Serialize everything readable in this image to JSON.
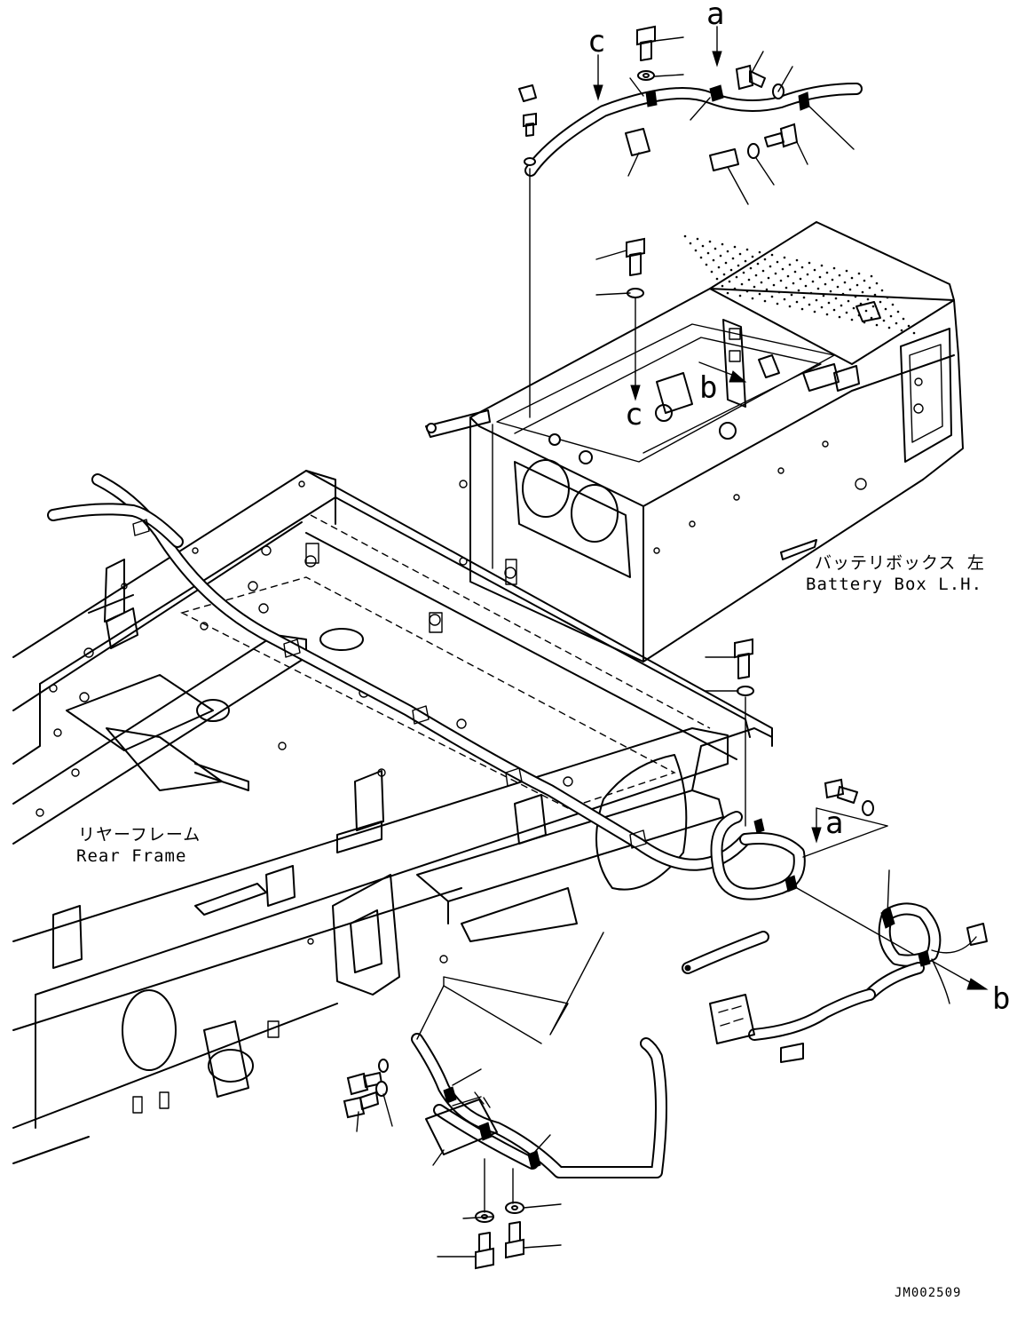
{
  "callouts": {
    "a": "a",
    "b": "b",
    "c": "c"
  },
  "labels": {
    "battery_box_jp": "バッテリボックス 左",
    "battery_box_en": "Battery Box L.H.",
    "rear_frame_jp": "リヤーフレーム",
    "rear_frame_en": "Rear Frame"
  },
  "drawing_code": "JM002509"
}
